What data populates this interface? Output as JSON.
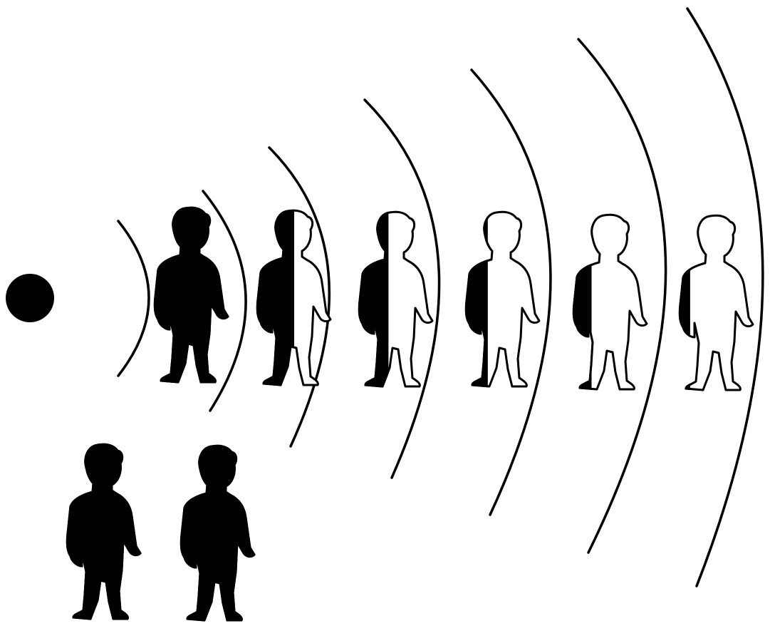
{
  "diagram": {
    "colors": {
      "ink": "#000000",
      "paper": "#ffffff"
    },
    "source": {
      "icon": "filled-circle-source"
    },
    "wavefronts": {
      "count": 7
    },
    "row_figures": [
      {
        "icon": "person-silhouette",
        "dark_fraction": 1.0
      },
      {
        "icon": "person-silhouette",
        "dark_fraction": 0.5
      },
      {
        "icon": "person-silhouette",
        "dark_fraction": 0.4
      },
      {
        "icon": "person-silhouette",
        "dark_fraction": 0.3
      },
      {
        "icon": "person-silhouette",
        "dark_fraction": 0.25
      },
      {
        "icon": "person-silhouette",
        "dark_fraction": 0.15
      }
    ],
    "bottom_figures": [
      {
        "icon": "person-silhouette",
        "dark_fraction": 1.0
      },
      {
        "icon": "person-silhouette",
        "dark_fraction": 1.0
      }
    ]
  }
}
